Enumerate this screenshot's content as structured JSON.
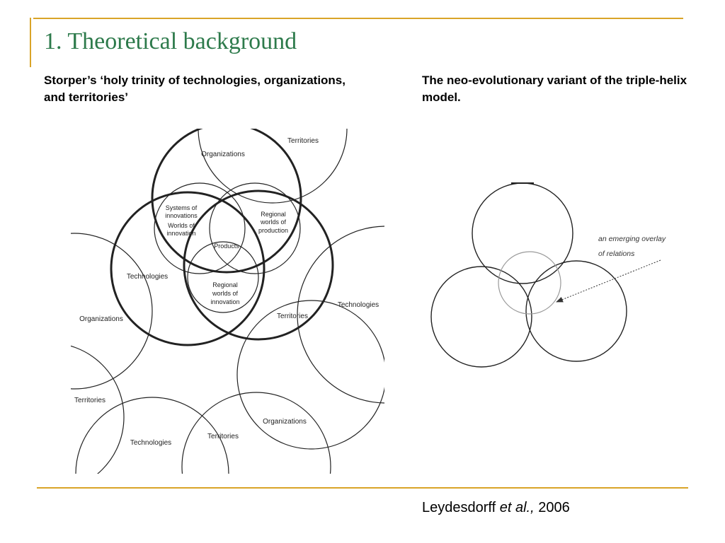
{
  "slide": {
    "title": "1. Theoretical background",
    "left_heading": "Storper’s ‘holy trinity of technologies, organizations, and territories’",
    "right_heading": "The neo-evolutionary variant of the triple-helix model.",
    "citation": {
      "author": "Leydesdorff",
      "etal": "et al.,",
      "year": "2006"
    }
  },
  "colors": {
    "title": "#2d7a4b",
    "accent": "#d9a428",
    "text": "#000000",
    "circle_stroke": "#222222",
    "overlay_circle": "#999999"
  },
  "left_diagram": {
    "labels": {
      "organizations_top": "Organizations",
      "territories_top": "Territories",
      "systems_line1": "Systems of",
      "systems_line2": "innovations",
      "worlds_line1": "Worlds of",
      "worlds_line2": "innovation",
      "regional_production_line1": "Regional",
      "regional_production_line2": "worlds of",
      "regional_production_line3": "production",
      "products": "Products",
      "technologies_main": "Technologies",
      "regional_innovation_line1": "Regional",
      "regional_innovation_line2": "worlds of",
      "regional_innovation_line3": "innovation",
      "territories_main": "Territories",
      "organizations_left": "Organizations",
      "technologies_right": "Technologies",
      "territories_left": "Territories",
      "technologies_bottom": "Technologies",
      "territories_bottom": "Territories",
      "organizations_bottom": "Organizations"
    }
  },
  "right_diagram": {
    "annotation_line1": "an emerging overlay",
    "annotation_line2": "of relations"
  }
}
